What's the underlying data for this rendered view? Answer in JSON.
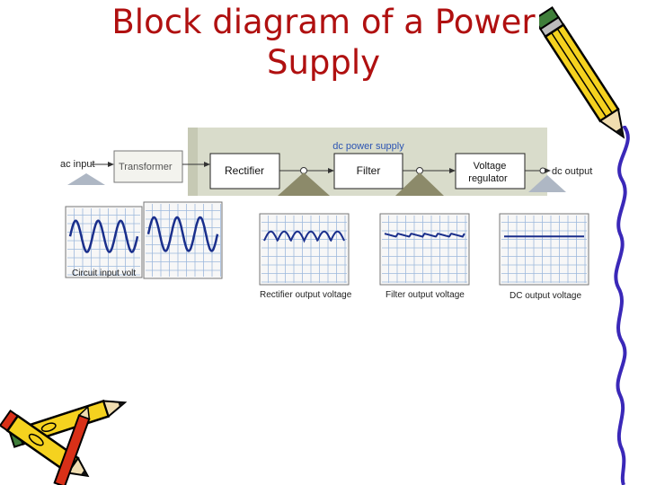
{
  "title": {
    "line1": "Block diagram of a Power",
    "line2": "Supply"
  },
  "diagram": {
    "group_label": "dc power supply",
    "input_label": "ac input",
    "output_label": "dc output",
    "blocks": [
      {
        "id": "transformer",
        "label": "Transformer"
      },
      {
        "id": "rectifier",
        "label": "Rectifier"
      },
      {
        "id": "filter",
        "label": "Filter"
      },
      {
        "id": "regulator",
        "label_line1": "Voltage",
        "label_line2": "regulator"
      }
    ],
    "scopes": [
      {
        "id": "input",
        "caption": "Circuit input volt",
        "waveform": "sine"
      },
      {
        "id": "transformer",
        "caption": "",
        "waveform": "sine"
      },
      {
        "id": "rectifier",
        "caption": "Rectifier output voltage",
        "waveform": "full-wave-rectified"
      },
      {
        "id": "filter",
        "caption": "Filter output voltage",
        "waveform": "ripple-dc"
      },
      {
        "id": "dc",
        "caption": "DC output voltage",
        "waveform": "flat-dc"
      }
    ]
  },
  "decorations": {
    "top_right": "pencil-icon",
    "right_edge": "wavy-line",
    "bottom_left": "crossed-pencils-icon"
  },
  "colors": {
    "title": "#b01010",
    "panel": "#d9dccb",
    "trace": "#1a2f8c",
    "grid": "#9db8dc",
    "pencil_body": "#f5d21f"
  }
}
